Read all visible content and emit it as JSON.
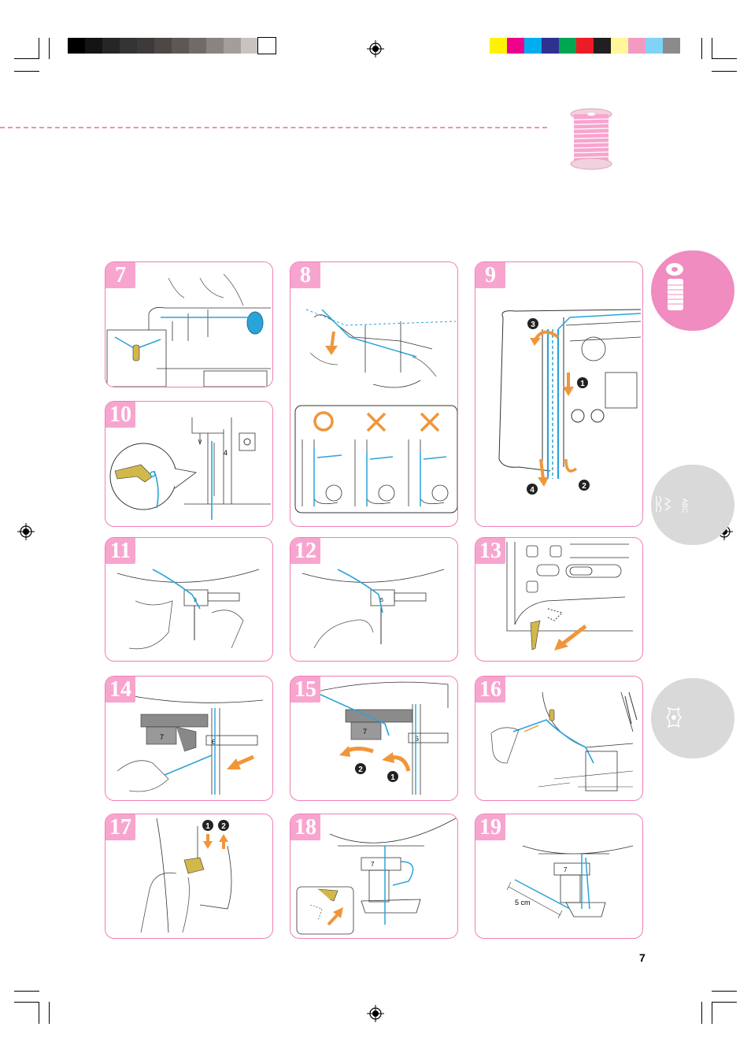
{
  "page": {
    "page_number": "7",
    "colors": {
      "accent_pink": "#f07fb6",
      "step_badge": "#f7a5cf",
      "thread_blue": "#2aa3d8",
      "arrow_orange": "#f0963a",
      "tab_pink": "#f08cbf",
      "tab_gray": "#d9d9d9"
    }
  },
  "color_bar_left": [
    "#000000",
    "#141414",
    "#262626",
    "#333333",
    "#3f3a3a",
    "#4d4746",
    "#5e5755",
    "#716a67",
    "#8a8381",
    "#a39d9b",
    "#c8c3c1",
    "#ffffff"
  ],
  "color_bar_right": [
    "#fff200",
    "#ec008c",
    "#00aeef",
    "#2e3192",
    "#00a651",
    "#ed1c24",
    "#231f20",
    "#fff799",
    "#f49ac1",
    "#7fd3f7",
    "#8b8b8b"
  ],
  "steps": [
    {
      "num": "7",
      "icon": "bobbin-winder-thread-icon"
    },
    {
      "num": "8",
      "icon": "thread-guide-icon"
    },
    {
      "num": "9",
      "icon": "thread-path-icon",
      "callouts": [
        "3",
        "1",
        "2",
        "4"
      ]
    },
    {
      "num": "10",
      "icon": "take-up-lever-icon",
      "label": "4"
    },
    {
      "num": "11",
      "icon": "needle-bar-guide-icon",
      "label": "5"
    },
    {
      "num": "12",
      "icon": "needle-bar-guide-icon",
      "label": "5"
    },
    {
      "num": "13",
      "icon": "presser-foot-lever-icon"
    },
    {
      "num": "14",
      "icon": "needle-threader-icon",
      "labels": [
        "7",
        "6"
      ]
    },
    {
      "num": "15",
      "icon": "needle-threader-icon",
      "labels": [
        "7",
        "6"
      ],
      "callouts": [
        "2",
        "1"
      ]
    },
    {
      "num": "16",
      "icon": "thread-cutter-icon"
    },
    {
      "num": "17",
      "icon": "threader-lever-icon",
      "callouts": [
        "1",
        "2"
      ]
    },
    {
      "num": "18",
      "icon": "presser-foot-icon",
      "label": "7"
    },
    {
      "num": "19",
      "icon": "presser-foot-icon",
      "label": "7",
      "measure": "5 cm"
    }
  ],
  "tabs": [
    {
      "name": "thread-spools-tab",
      "icon": "spool-icon"
    },
    {
      "name": "stitch-patterns-tab",
      "icon": "abc-stitch-icon",
      "text": "ABC"
    },
    {
      "name": "embroidery-tab",
      "icon": "embroidery-motif-icon"
    }
  ]
}
